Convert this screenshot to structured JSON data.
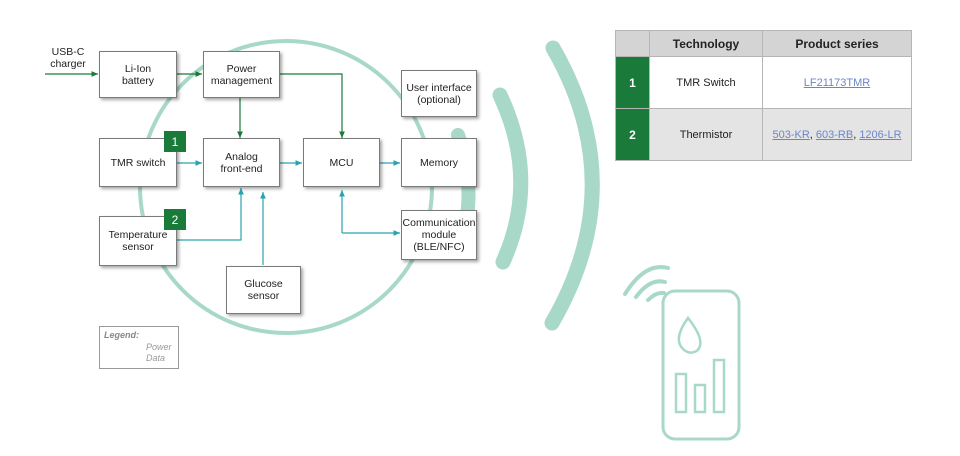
{
  "blocks": {
    "usb": "USB-C\ncharger",
    "battery": "Li-Ion\nbattery",
    "power": "Power\nmanagement",
    "ui": "User interface\n(optional)",
    "tmr": "TMR switch",
    "afe": "Analog\nfront-end",
    "mcu": "MCU",
    "memory": "Memory",
    "temp": "Temperature\nsensor",
    "comm": "Communication\nmodule\n(BLE/NFC)",
    "glucose": "Glucose\nsensor"
  },
  "badges": {
    "tmr": "1",
    "temp": "2"
  },
  "legend": {
    "title": "Legend:",
    "power": "Power",
    "data": "Data"
  },
  "colors": {
    "power_arrow": "#1a7a3a",
    "data_arrow": "#2aa3b0",
    "accent_green": "#1a7a3a",
    "wireless": "#a8d9c8"
  },
  "table": {
    "headers": [
      "",
      "Technology",
      "Product series"
    ],
    "rows": [
      {
        "num": "1",
        "technology": "TMR Switch",
        "products": [
          "LF21173TMR"
        ]
      },
      {
        "num": "2",
        "technology": "Thermistor",
        "products": [
          "503-KR",
          "603-RB",
          "1206-LR"
        ]
      }
    ]
  },
  "phone_icons": [
    "wifi-signal-icon",
    "droplet-icon",
    "bar-chart-icon"
  ]
}
